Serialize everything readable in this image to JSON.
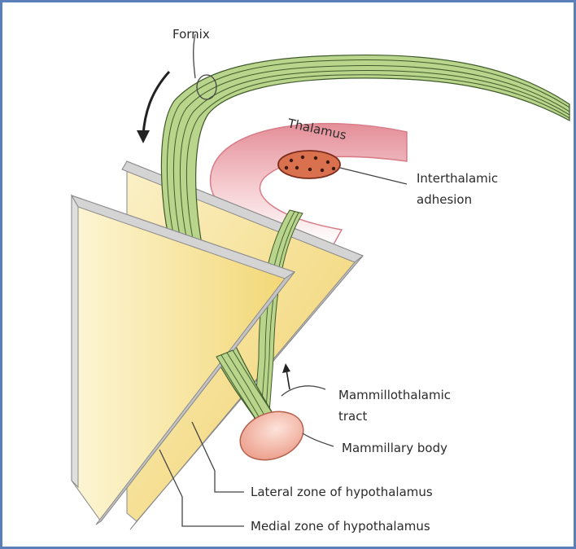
{
  "labels": {
    "fornix": "Fornix",
    "thalamus": "Thalamus",
    "interthalamic_line1": "Interthalamic",
    "interthalamic_line2": "adhesion",
    "mammillothalamic_line1": "Mammillothalamic",
    "mammillothalamic_line2": "tract",
    "mammillary_body": "Mammillary body",
    "lateral_zone": "Lateral zone of hypothalamus",
    "medial_zone": "Medial zone of hypothalamus"
  },
  "colors": {
    "frame_border": "#5b7fb8",
    "fiber_green": "#b9d58c",
    "fiber_line": "#3f5a2a",
    "thalamus_pink": "#e9a0a8",
    "adhesion_fill": "#d9704e",
    "plane_yellow": "#f2d874",
    "plane_edge": "#bdbdbd",
    "mammillary_fill": "#f3b1a0"
  }
}
